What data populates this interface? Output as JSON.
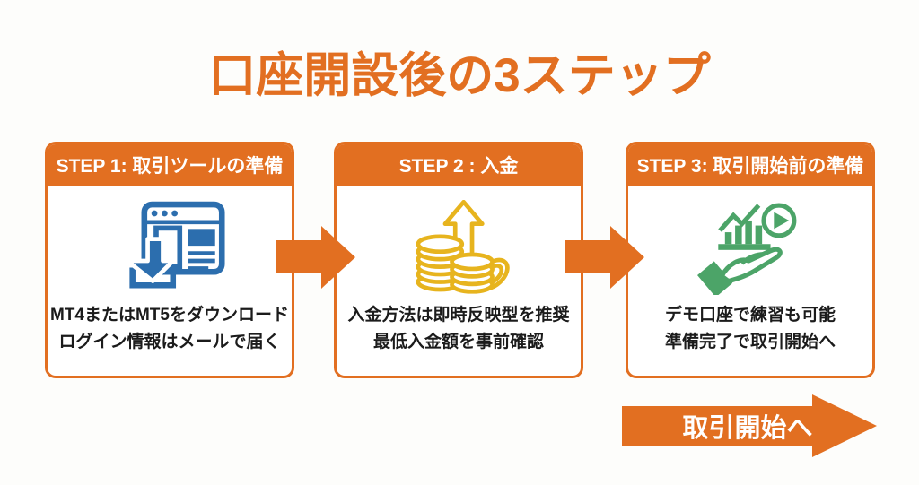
{
  "page": {
    "title": "口座開設後の3ステップ"
  },
  "colors": {
    "orange": "#E26F21",
    "blue": "#2C6EAE",
    "yellow": "#E7B41E",
    "green": "#4CA468",
    "ink": "#1B1B1B",
    "bg": "#FDFDFB"
  },
  "steps": [
    {
      "header": "STEP 1: 取引ツールの準備",
      "icon": "browser-download-icon",
      "lines": [
        "MT4またはMT5をダウンロード",
        "ログイン情報はメールで届く"
      ]
    },
    {
      "header": "STEP 2 : 入金",
      "icon": "coins-deposit-icon",
      "lines": [
        "入金方法は即時反映型を推奨",
        "最低入金額を事前確認"
      ]
    },
    {
      "header": "STEP 3: 取引開始前の準備",
      "icon": "hand-chart-play-icon",
      "lines": [
        "デモ口座で練習も可能",
        "準備完了で取引開始へ"
      ]
    }
  ],
  "cta": {
    "label": "取引開始へ"
  }
}
